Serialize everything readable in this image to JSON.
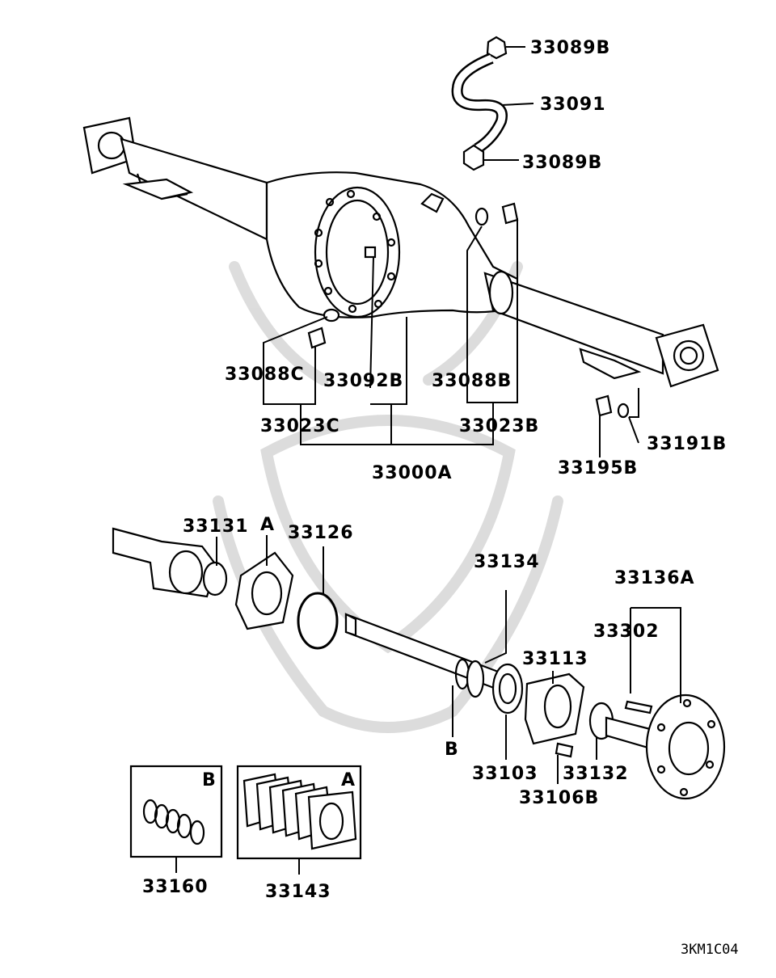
{
  "labels": {
    "p33089B_top": "33089B",
    "p33091": "33091",
    "p33089B_bottom": "33089B",
    "p33088C": "33088C",
    "p33092B": "33092B",
    "p33088B": "33088B",
    "p33023C": "33023C",
    "p33023B": "33023B",
    "p33000A": "33000A",
    "p33191B": "33191B",
    "p33195B": "33195B",
    "p33131": "33131",
    "kitA_tag": "A",
    "p33126": "33126",
    "p33134": "33134",
    "p33136A": "33136A",
    "p33302": "33302",
    "p33113": "33113",
    "kitB_tag": "B",
    "p33103": "33103",
    "p33132": "33132",
    "p33106B": "33106B",
    "box_b_tag": "B",
    "box_a_tag": "A",
    "p33160": "33160",
    "p33143": "33143"
  },
  "diagram_code": "3KM1C04"
}
